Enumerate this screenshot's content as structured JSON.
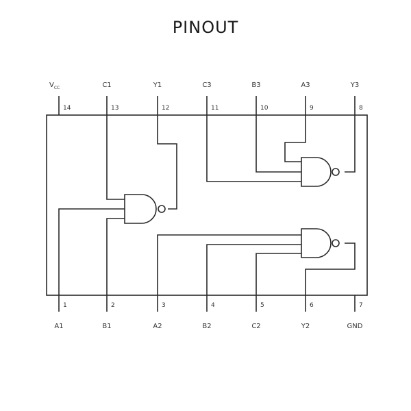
{
  "title": "PINOUT",
  "top_pins": [
    {
      "number": "14",
      "label": "V",
      "label_sub": "CC"
    },
    {
      "number": "13",
      "label": "C1"
    },
    {
      "number": "12",
      "label": "Y1"
    },
    {
      "number": "11",
      "label": "C3"
    },
    {
      "number": "10",
      "label": "B3"
    },
    {
      "number": "9",
      "label": "A3"
    },
    {
      "number": "8",
      "label": "Y3"
    }
  ],
  "bottom_pins": [
    {
      "number": "1",
      "label": "A1"
    },
    {
      "number": "2",
      "label": "B1"
    },
    {
      "number": "3",
      "label": "A2"
    },
    {
      "number": "4",
      "label": "B2"
    },
    {
      "number": "5",
      "label": "C2"
    },
    {
      "number": "6",
      "label": "Y2"
    },
    {
      "number": "7",
      "label": "GND"
    }
  ]
}
